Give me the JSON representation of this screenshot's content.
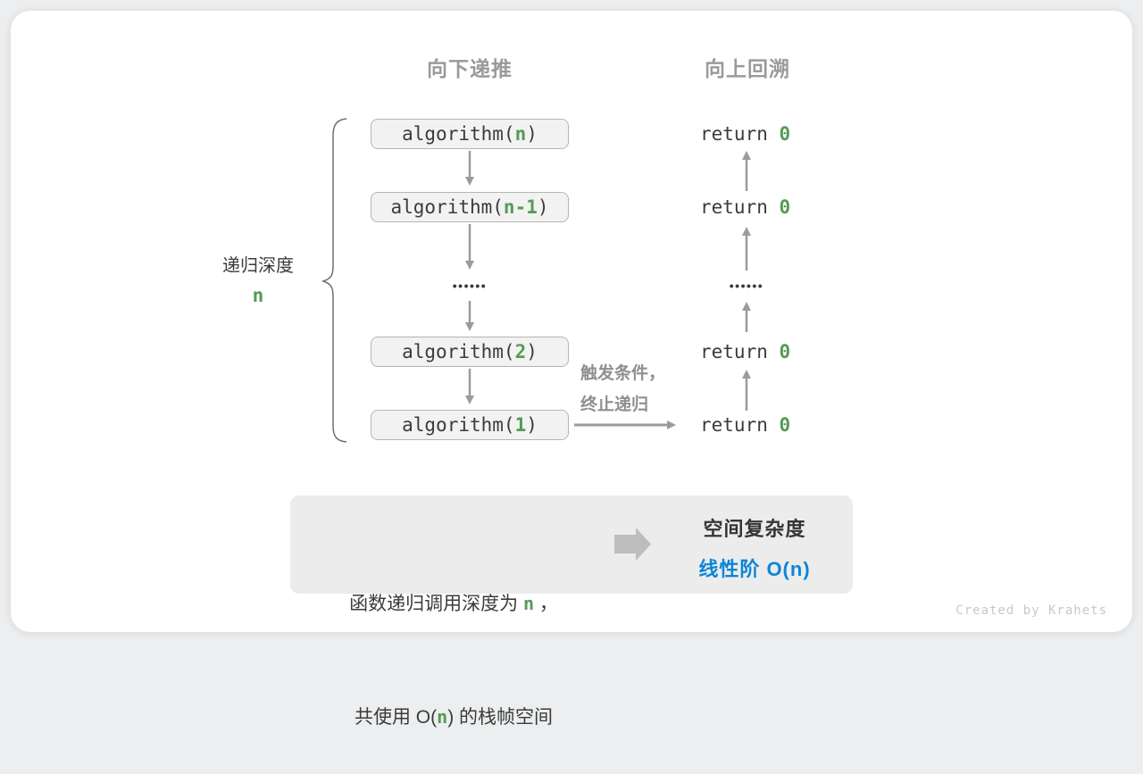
{
  "colors": {
    "green": "#559b55",
    "blue": "#0c85d8",
    "arrow_gray": "#9b9b9b"
  },
  "headers": {
    "down": "向下递推",
    "up": "向上回溯"
  },
  "depth": {
    "label": "递归深度",
    "value": "n"
  },
  "calls": [
    {
      "pre": "algorithm(",
      "arg": "n",
      "post": ")"
    },
    {
      "pre": "algorithm(",
      "arg": "n-1",
      "post": ")"
    },
    {
      "pre": "algorithm(",
      "arg": "2",
      "post": ")"
    },
    {
      "pre": "algorithm(",
      "arg": "1",
      "post": ")"
    }
  ],
  "returns": [
    {
      "pre": "return ",
      "val": "0"
    },
    {
      "pre": "return ",
      "val": "0"
    },
    {
      "pre": "return ",
      "val": "0"
    },
    {
      "pre": "return ",
      "val": "0"
    }
  ],
  "ellipsis": "••••••",
  "trigger": {
    "line1": "触发条件，",
    "line2": "终止递归"
  },
  "summary": {
    "line1": {
      "pre": "函数递归调用深度为 ",
      "n": "n",
      "post": " ，"
    },
    "line2": {
      "pre": "共使用 O(",
      "n": "n",
      "post": ") 的栈帧空间"
    },
    "title": "空间复杂度",
    "value": "线性阶 O(n)"
  },
  "credit": "Created by Krahets"
}
